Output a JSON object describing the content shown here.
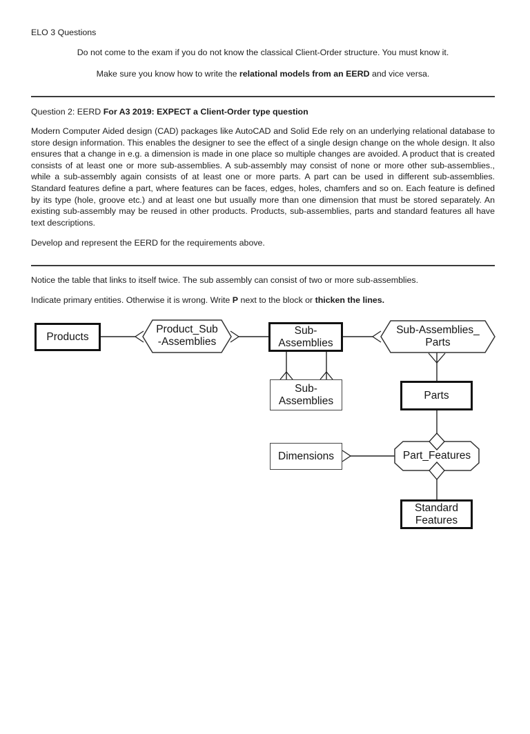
{
  "doc": {
    "title": "ELO 3 Questions",
    "warning": "Do not come to the exam if you do not know the classical Client-Order structure. You must know it.",
    "advice": {
      "pre": "Make sure you know how to write the ",
      "bold": "relational models from an EERD",
      "post": " and vice versa."
    },
    "question": {
      "pre": "Question 2: EERD ",
      "bold": "For A3 2019: EXPECT a Client-Order type question"
    },
    "body": "Modern Computer Aided design (CAD) packages like AutoCAD and Solid Ede rely on an underlying relational database to store design information. This enables the designer to see the effect of a single design change on the whole design. It also ensures that a change in e.g. a dimension is made in one place so multiple changes are avoided. A product that is created consists of at least one or more sub-assemblies. A sub-assembly may consist of none or more other sub-assemblies., while a sub-assembly again consists of at least one or more parts. A part can be used in different sub-assemblies. Standard features define a part, where features can be faces, edges, holes, chamfers and so on. Each feature is defined by its type (hole, groove etc.) and at least one but usually more than one dimension that must be stored separately. An existing sub-assembly may be reused in other products. Products, sub-assemblies, parts and standard features all have text descriptions.",
    "task": "Develop and represent the EERD for the requirements above.",
    "notice": "Notice the table that links to itself twice. The sub assembly can consist of two or more sub-assemblies.",
    "indicate": {
      "s1": "Indicate primary entities. Otherwise it is wrong. Write ",
      "b1": "P",
      "s2": " next to the block or ",
      "b2": "thicken the lines."
    }
  },
  "diagram": {
    "products": "Products",
    "product_sub_line1": "Product_Sub",
    "product_sub_line2": "-Assemblies",
    "sub_assemblies_line1": "Sub-",
    "sub_assemblies_line2": "Assemblies",
    "sub_assemblies_parts_line1": "Sub-Assemblies_",
    "sub_assemblies_parts_line2": "Parts",
    "sub_assemblies_copy_line1": "Sub-",
    "sub_assemblies_copy_line2": "Assemblies",
    "parts": "Parts",
    "dimensions": "Dimensions",
    "part_features": "Part_Features",
    "standard_features_line1": "Standard",
    "standard_features_line2": "Features"
  }
}
